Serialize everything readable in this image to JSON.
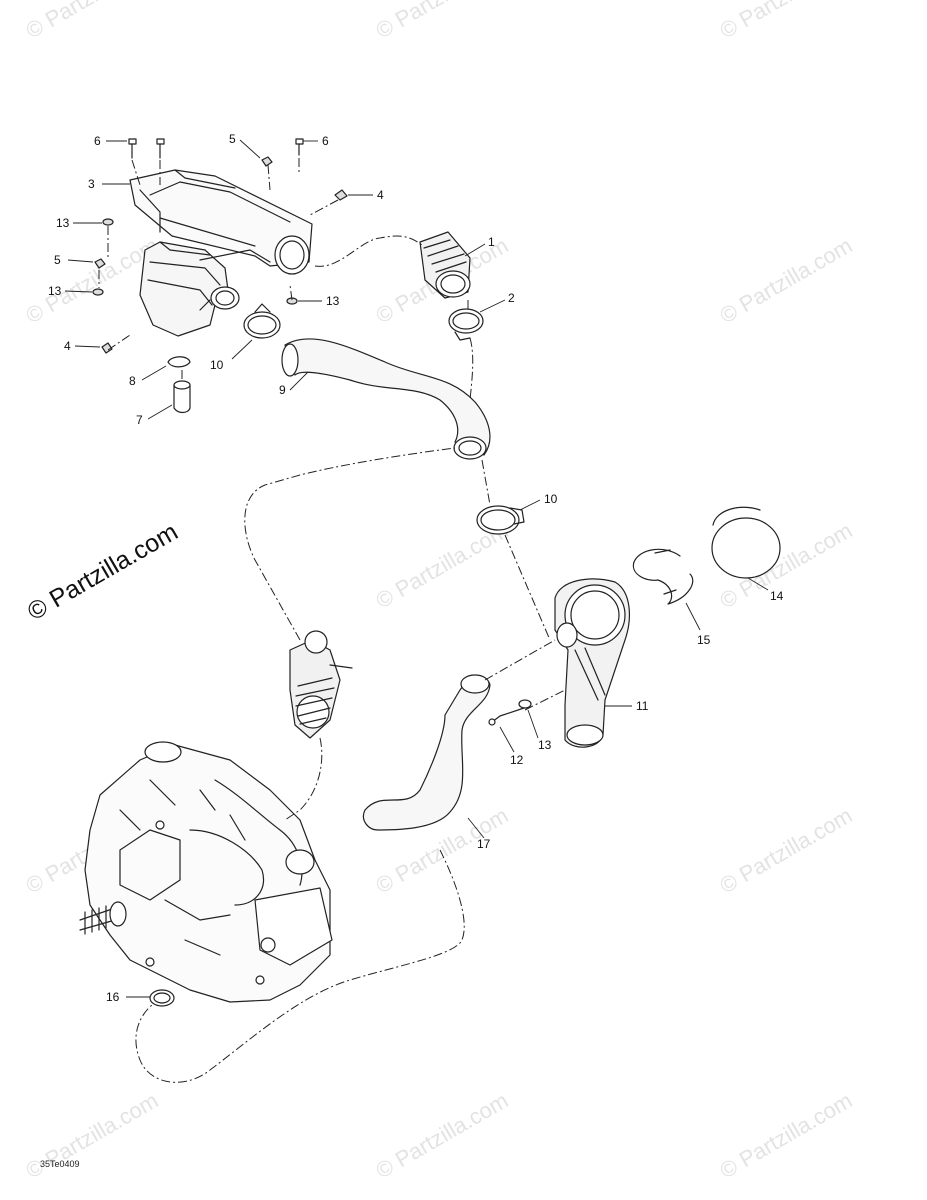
{
  "watermark_text": "© Partzilla.com",
  "brand_text": "© Partzilla.com",
  "drawing_code": "35Te0409",
  "callouts": {
    "c1": "1",
    "c2": "2",
    "c3": "3",
    "c4a": "4",
    "c4b": "4",
    "c5a": "5",
    "c5b": "5",
    "c6a": "6",
    "c6b": "6",
    "c7": "7",
    "c8": "8",
    "c9": "9",
    "c10a": "10",
    "c10b": "10",
    "c11": "11",
    "c12": "12",
    "c13a": "13",
    "c13b": "13",
    "c13c": "13",
    "c13d": "13",
    "c14": "14",
    "c15": "15",
    "c16": "16",
    "c17": "17"
  }
}
